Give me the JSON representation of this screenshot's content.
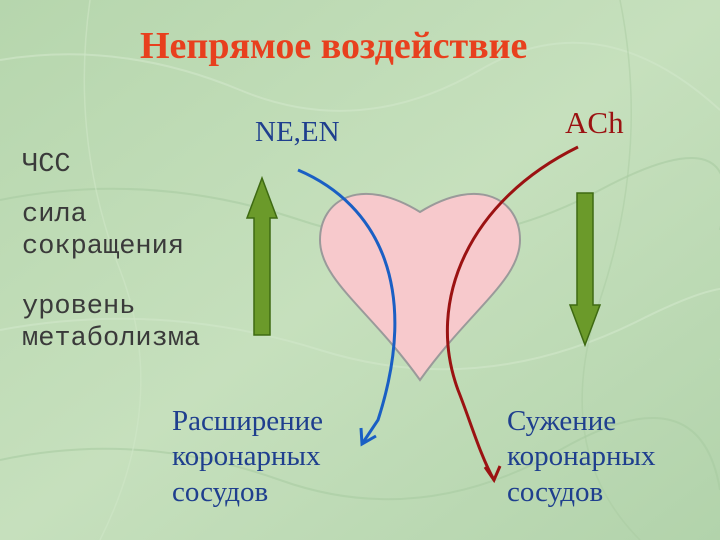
{
  "title": "Непрямое воздействие",
  "labels": {
    "ne_en": "NE,EN",
    "ach": "ACh",
    "heart_rate": "ЧСС",
    "contraction_force": "сила\nсокращения",
    "metabolism_level": "уровень\nметаболизма",
    "dilation": "Расширение\nкоронарных\nсосудов",
    "constriction": "Сужение\nкоронарных\nсосудов"
  },
  "colors": {
    "background": "#bcd9b4",
    "title": "#e8401e",
    "heart_fill": "#f7c9cc",
    "up_arrow": "#6b9a2a",
    "down_arrow": "#6b9a2a",
    "blue_curve": "#1a5fc4",
    "red_curve": "#9b1212",
    "text_blue": "#1f3f8e"
  }
}
